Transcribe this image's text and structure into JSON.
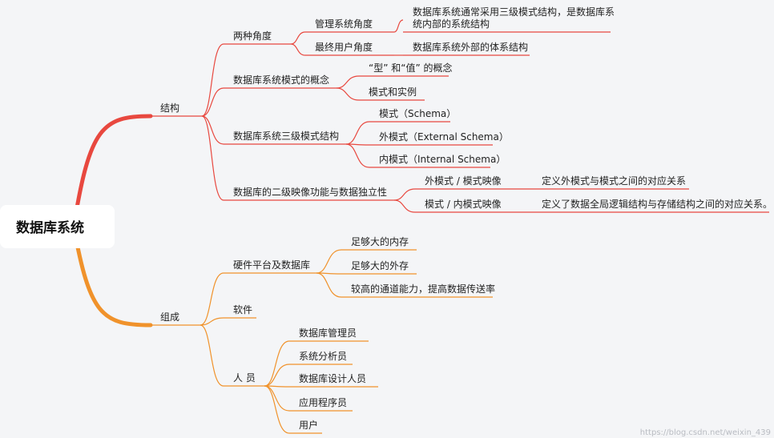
{
  "root": {
    "label": "数据库系统"
  },
  "colors": {
    "top_branch": "#e8483f",
    "bottom_branch": "#f0922b",
    "root_bg": "#ffffff"
  },
  "watermark": "https://blog.csdn.net/weixin_439",
  "nodes": {
    "jiegou": "结构",
    "liangzhong": "两种角度",
    "guanli": "管理系统角度",
    "guanli_desc_1": "数据库系统通常采用三级模式结构，是数据库系",
    "guanli_desc_2": "统内部的系统结构",
    "zuizhong": "最终用户角度",
    "zuizhong_desc": "数据库系统外部的体系结构",
    "moshi_gainian": "数据库系统模式的概念",
    "xing_zhi": "“型” 和“值” 的概念",
    "moshi_shili": "模式和实例",
    "sanji": "数据库系统三级模式结构",
    "moshi_schema": "模式（Schema）",
    "waimoshi": "外模式（External Schema）",
    "neimoshi": "内模式（Internal Schema）",
    "erji": "数据库的二级映像功能与数据独立性",
    "wai_yingxiang": "外模式 / 模式映像",
    "wai_yingxiang_desc": "定义外模式与模式之间的对应关系",
    "nei_yingxiang": "模式 / 内模式映像",
    "nei_yingxiang_desc": "定义了数据全局逻辑结构与存储结构之间的对应关系。",
    "zucheng": "组成",
    "yingjian": "硬件平台及数据库",
    "neicun": "足够大的内存",
    "waicun": "足够大的外存",
    "tongdao": "较高的通道能力，提高数据传送率",
    "ruanjian": "软件",
    "renyuan": "人 员",
    "guanliyuan": "数据库管理员",
    "fenxiyuan": "系统分析员",
    "shejiyuan": "数据库设计人员",
    "chengxuyuan": "应用程序员",
    "yonghu": "用户"
  }
}
